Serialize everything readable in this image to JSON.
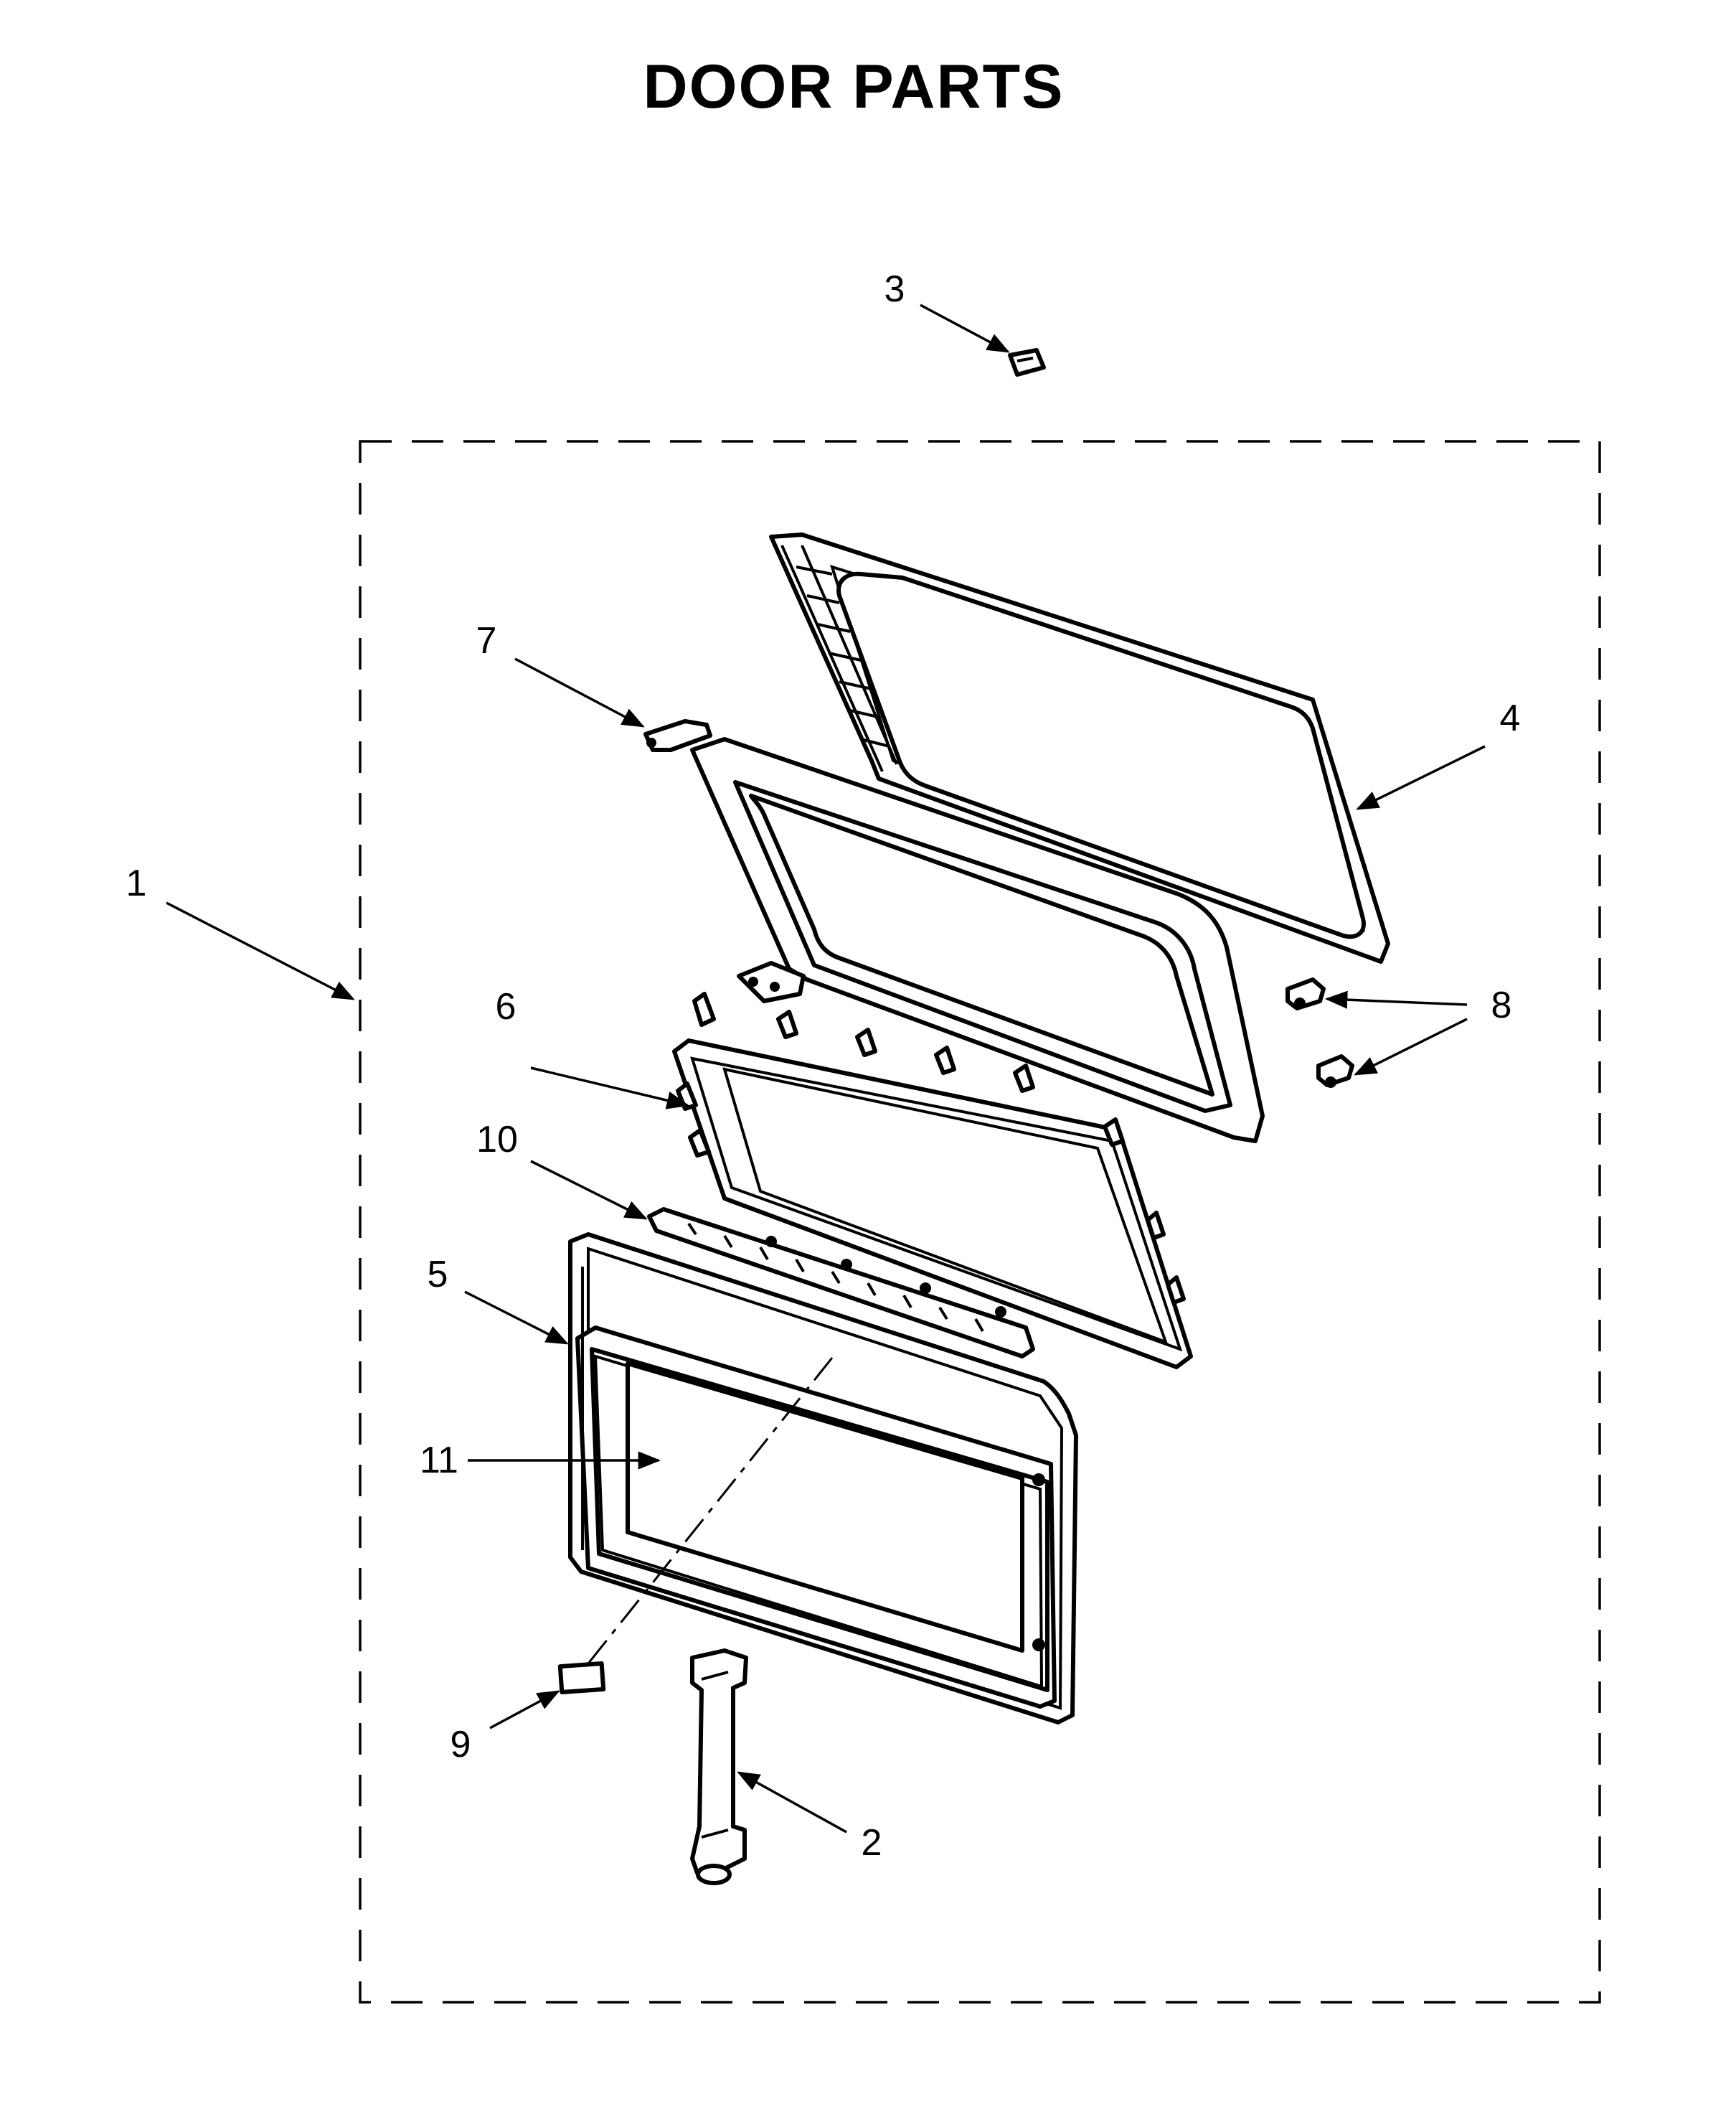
{
  "title": "DOOR PARTS",
  "callouts": [
    {
      "id": "1",
      "label": "1"
    },
    {
      "id": "2",
      "label": "2"
    },
    {
      "id": "3",
      "label": "3"
    },
    {
      "id": "4",
      "label": "4"
    },
    {
      "id": "5",
      "label": "5"
    },
    {
      "id": "6",
      "label": "6"
    },
    {
      "id": "7",
      "label": "7"
    },
    {
      "id": "8",
      "label": "8"
    },
    {
      "id": "9",
      "label": "9"
    },
    {
      "id": "10",
      "label": "10"
    },
    {
      "id": "11",
      "label": "11"
    }
  ]
}
